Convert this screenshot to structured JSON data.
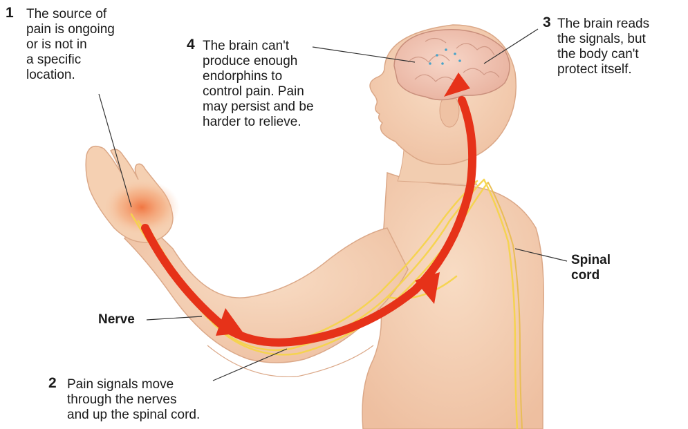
{
  "callouts": [
    {
      "number": "1",
      "text": "The source of\npain is ongoing\nor is not in\na specific\nlocation."
    },
    {
      "number": "2",
      "text": "Pain signals move\nthrough the nerves\nand up the spinal cord."
    },
    {
      "number": "3",
      "text": "The brain reads\nthe signals, but\nthe body can't\nprotect itself."
    },
    {
      "number": "4",
      "text": "The brain can't\nproduce enough\nendorphins to\ncontrol pain. Pain\nmay persist and be\nharder to relieve."
    }
  ],
  "labels": {
    "nerve": "Nerve",
    "spinal_cord": "Spinal\ncord"
  },
  "colors": {
    "skin": "#f5d2b4",
    "skin_shadow": "#e8b898",
    "brain": "#f2c7b8",
    "nerve": "#f7d64a",
    "pain_arrow": "#e63219",
    "pain_glow": "#f27a3a",
    "leader": "#333333"
  }
}
